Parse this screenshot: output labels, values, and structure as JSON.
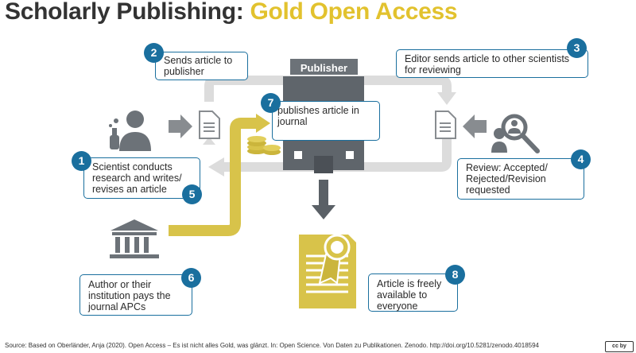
{
  "title": {
    "main": "Scholarly Publishing: ",
    "highlight": "Gold Open Access"
  },
  "colors": {
    "blue": "#1a6f9e",
    "gold": "#d8c34a",
    "gray": "#dcdcdc",
    "dark": "#5a6066"
  },
  "publisher_label": "Publisher",
  "steps": [
    {
      "num": "1",
      "text": "Scientist conducts research and writes/ revises an article"
    },
    {
      "num": "2",
      "text": "Sends article to publisher"
    },
    {
      "num": "3",
      "text": "Editor sends article to other scientists for reviewing"
    },
    {
      "num": "4",
      "text": "Review: Accepted/ Rejected/Revision requested"
    },
    {
      "num": "5"
    },
    {
      "num": "6",
      "text": "Author or their institution pays the journal APCs"
    },
    {
      "num": "7",
      "text": "publishes article in journal"
    },
    {
      "num": "8",
      "text": "Article is freely available to everyone"
    }
  ],
  "icons": [
    "scientist-icon",
    "document-icon",
    "publisher-building-icon",
    "coins-icon",
    "reviewer-icon",
    "institution-icon",
    "certificate-icon"
  ],
  "source": "Source: Based on Oberländer, Anja (2020). Open Access – Es ist nicht alles Gold, was glänzt. In: Open Science. Von Daten zu Publikationen. Zenodo. http://doi.org/10.5281/zenodo.4018594",
  "license": "cc by"
}
